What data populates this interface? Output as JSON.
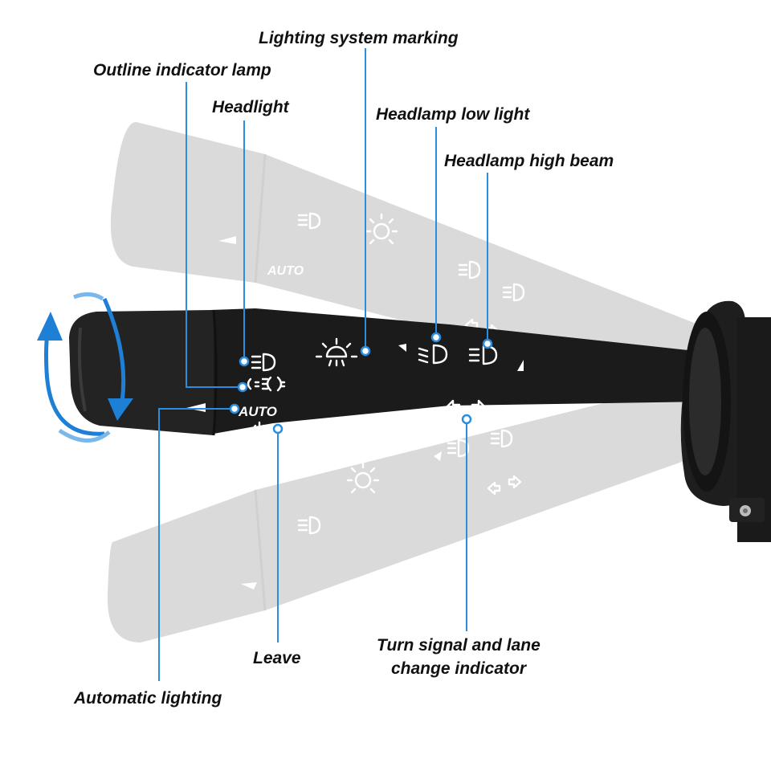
{
  "colors": {
    "leader": "#2a8ddf",
    "arrow": "#1e7fd6",
    "lever": "#1b1b1b",
    "ghost": "#c9c9c9",
    "label": "#111111"
  },
  "labels": {
    "lighting_system_marking": "Lighting system marking",
    "outline_indicator_lamp": "Outline indicator lamp",
    "headlight": "Headlight",
    "headlamp_low_light": "Headlamp low light",
    "headlamp_high_beam": "Headlamp high beam",
    "leave": "Leave",
    "automatic_lighting": "Automatic lighting",
    "turn_signal_line1": "Turn signal and lane",
    "turn_signal_line2": "change indicator"
  },
  "lever_text": {
    "auto": "AUTO"
  },
  "icons": [
    "rotate-arrow-icon",
    "headlight-icon",
    "outline-lamp-icon",
    "off-icon",
    "sun-icon",
    "low-beam-icon",
    "high-beam-icon",
    "turn-signal-icon"
  ]
}
